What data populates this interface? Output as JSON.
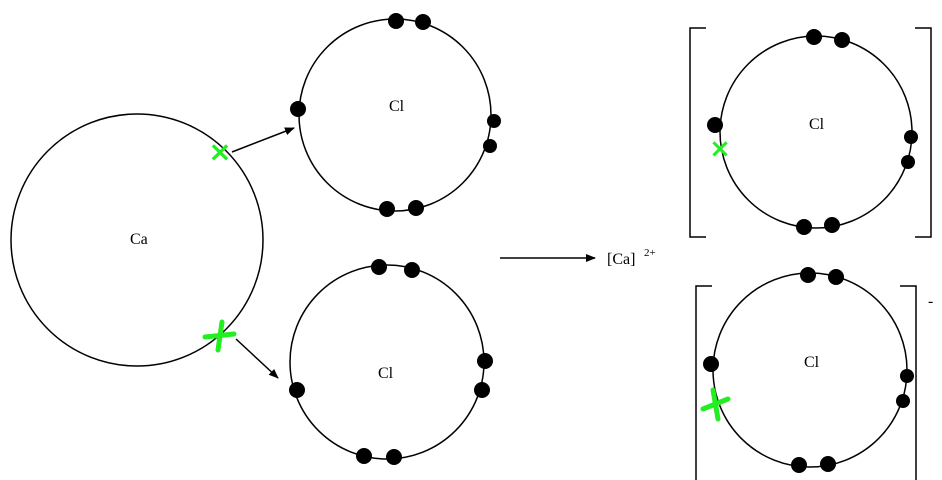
{
  "atoms": {
    "calcium": "Ca",
    "chlorine_top": "Cl",
    "chlorine_bottom": "Cl",
    "product_chlorine_top": "Cl",
    "product_chlorine_bottom": "Cl"
  },
  "product": {
    "cation_symbol": "[Ca]",
    "cation_charge": "2+",
    "anion_charge": "-"
  },
  "colors": {
    "transferred_electron": "#22ee22",
    "electron": "#000000",
    "line": "#000000"
  }
}
